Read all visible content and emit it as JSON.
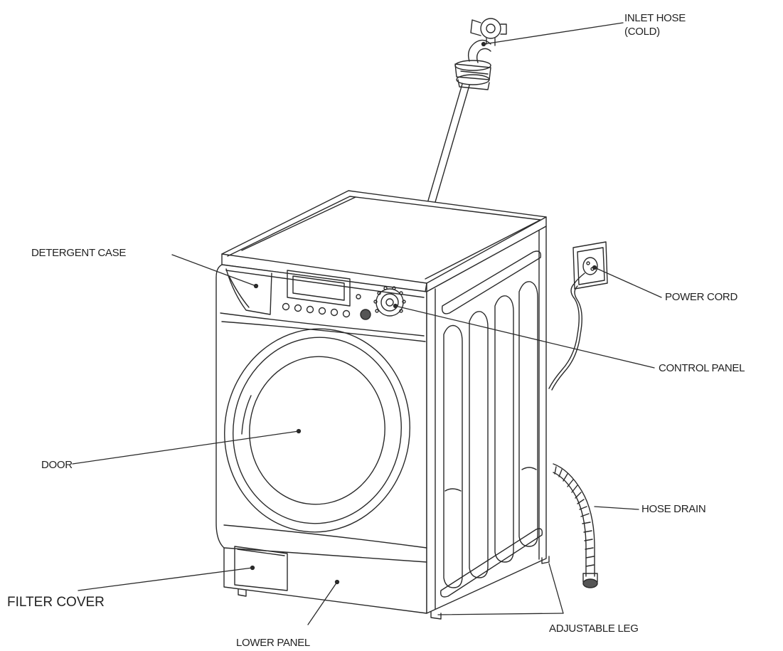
{
  "labels": {
    "inlet_hose_line1": "INLET HOSE",
    "inlet_hose_line2": "(COLD)",
    "detergent_case": "DETERGENT CASE",
    "power_cord": "POWER CORD",
    "control_panel": "CONTROL PANEL",
    "door": "DOOR",
    "hose_drain": "HOSE DRAIN",
    "filter_cover": "FILTER COVER",
    "adjustable_leg": "ADJUSTABLE LEG",
    "lower_panel": "LOWER PANEL"
  },
  "colors": {
    "line": "#2a2a2a",
    "body_fill": "#ffffff"
  }
}
